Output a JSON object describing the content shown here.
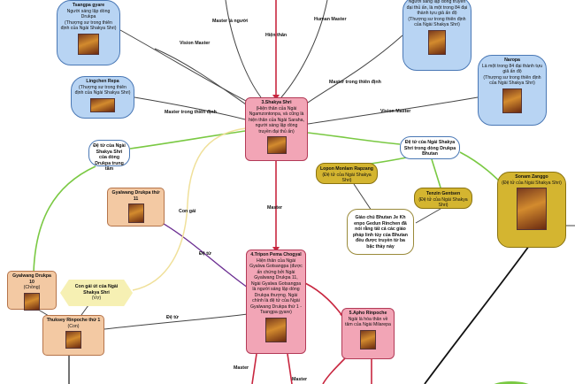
{
  "nodes": {
    "tsangpa": {
      "title": "Tsangpa gyare",
      "lines": [
        "Người sáng lập dòng Drukpa",
        "(Thượng sư trong thiên định của Ngài Shakya Shri)"
      ]
    },
    "lingchen": {
      "title": "Lingchen Repa",
      "lines": [
        "(Thượng sư trong thiên định của Ngài Shakya Shri)"
      ]
    },
    "topright": {
      "lines": [
        "Người sáng lập dòng truyền đại thủ ấn, là một trong 84 đại thành tựu giả ấn độ",
        "(Thượng sư trong thiên định của Ngài Shakya Shri)"
      ]
    },
    "naropa": {
      "title": "Naropa",
      "lines": [
        "Là một trong 84 đại thành tựu giả ấn độ",
        "(Thượng sư trong thiên định của Ngài Shakya Shri)"
      ]
    },
    "shakya": {
      "title": "3.Shakya Shri",
      "lines": [
        "(Hiện thân của Ngài Ngamzontonpa, và cũng là hiện thân của Ngài Saraha, người sáng lập dòng truyền đại thủ ấn)"
      ]
    },
    "disciple_central": {
      "title": "Đệ tử của Ngài Shakya Shri của dòng Drukpa trung tâm"
    },
    "disciple_bhutan": {
      "title": "Đệ tử của Ngài Shakya Shri trong dòng Drukpa Bhutan"
    },
    "lopon": {
      "title": "Lopon Monlam Rapzang",
      "lines": [
        "(Đệ tử của Ngài Shakya Shri)"
      ]
    },
    "tenzin": {
      "title": "Tenzin Gentsen",
      "lines": [
        "(Đệ tử của Ngài Shakya Shri)"
      ]
    },
    "bhutan_master": {
      "lines": [
        "Giáo chủ Bhutan Je Kh enpo Gedun Rinchen đã nói rằng tất cả các giáo pháp linh tủy của Bhutan đều được truyền từ ba bậc thầy này"
      ]
    },
    "sonam": {
      "title": "Sonam Zanggo",
      "lines": [
        "(Đệ tử của Ngài Shakya Shri)"
      ]
    },
    "gyalwang11": {
      "title": "Gyalwang Drukpa thứ 11"
    },
    "gyalwang10": {
      "title": "Gyalwang Drukpa 10",
      "lines": [
        "(Chồng)"
      ]
    },
    "daughter": {
      "title": "Con gái út của Ngài Shakya Shri",
      "lines": [
        "(Vợ)"
      ]
    },
    "thuksey": {
      "title": "Thuksey Rinpoche thứ 1",
      "lines": [
        "(Con)"
      ]
    },
    "tripon": {
      "title": "4.Tripon Pema Chogyal",
      "lines": [
        "Hiện thân của Ngài Gyalwa Gotsangpa (được ấn chứng bởi Ngài Gyalwang Drukpa 11, Ngài Gyalwa Gotsangpa là người sáng lập dòng Drukpa thượng. Ngài chính là đệ tử của Ngài Gyalwang Drukpa thứ 1 - Tsangpa gyare)"
      ]
    },
    "apho": {
      "title": "5.Apho Rinpoche",
      "lines": [
        "Ngài là hóa thân về tâm của Ngài Milarepa"
      ]
    }
  },
  "edge_labels": {
    "master_la_nguoi": "Master là người",
    "hien_than": "Hiện thân",
    "human_master": "Human Master",
    "vision_master": "Vision Master",
    "master_thien_dinh_1": "Master trong thiên định",
    "master_thien_dinh_2": "Master trong thiên định",
    "vision_master_2": "Vision Master",
    "master_1": "Master",
    "con_gai": "Con gái",
    "de_tu_1": "Đệ tử",
    "de_tu_2": "Đệ tử",
    "master_2": "Master",
    "master_3": "Master"
  },
  "colors": {
    "blue_node": "#b8d4f3",
    "pink_node": "#f2a5b6",
    "peach_node": "#f3c9a3",
    "olive_node": "#d4b530",
    "green_edge": "#7ac943",
    "red_edge": "#c8263f",
    "purple_edge": "#6a2c91",
    "yellow_edge": "#f0e09a"
  }
}
